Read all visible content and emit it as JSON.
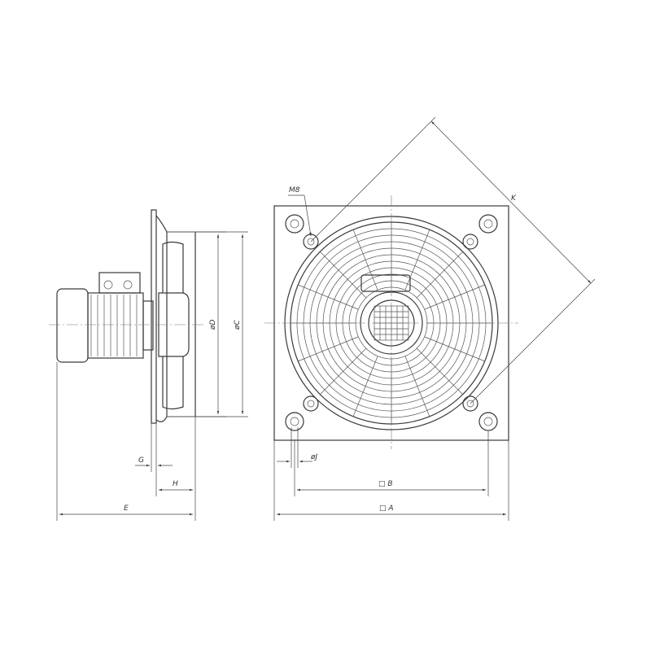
{
  "labels": {
    "A": "□ A",
    "B": "□ B",
    "C": "øC",
    "D": "øD",
    "E": "E",
    "G": "G",
    "H": "H",
    "J": "øJ",
    "K": "K",
    "M8": "M8"
  }
}
